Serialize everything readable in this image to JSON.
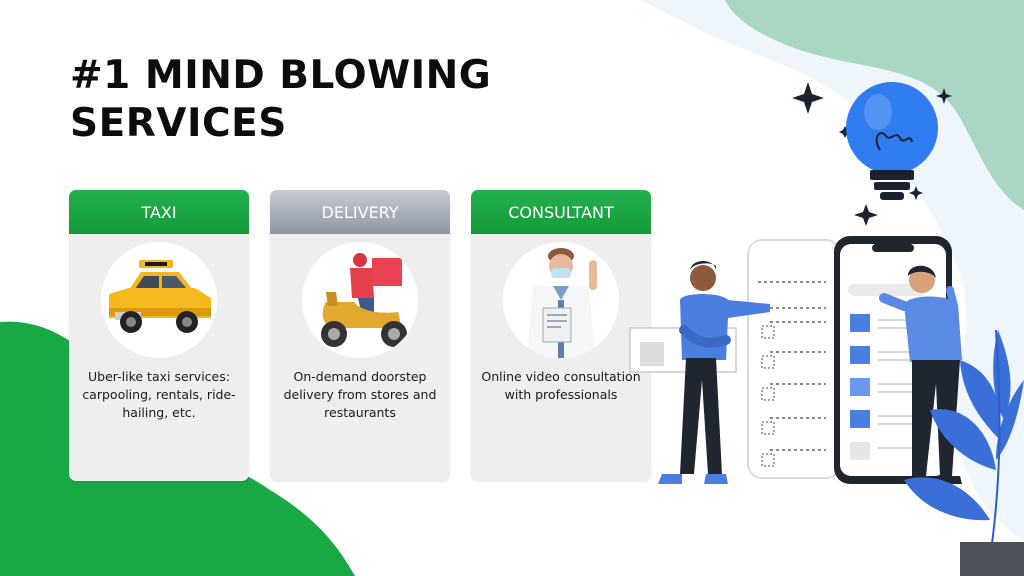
{
  "title": {
    "line1": "#1 MIND BLOWING",
    "line2": "SERVICES"
  },
  "cards": [
    {
      "header": "TAXI",
      "description": "Uber-like taxi services: carpooling, rentals, ride-hailing, etc.",
      "image": "taxi-car-icon"
    },
    {
      "header": "DELIVERY",
      "description": "On-demand doorstep delivery from stores and restaurants",
      "image": "delivery-scooter-icon"
    },
    {
      "header": "CONSULTANT",
      "description": "Online video consultation with professionals",
      "image": "doctor-icon"
    }
  ],
  "colors": {
    "green_header": "#1aa844",
    "gray_header": "#9aa1ad",
    "card_bg": "#eeeeee",
    "accent_blue": "#4a7fe0",
    "mint_blob": "#a7d6c0"
  }
}
